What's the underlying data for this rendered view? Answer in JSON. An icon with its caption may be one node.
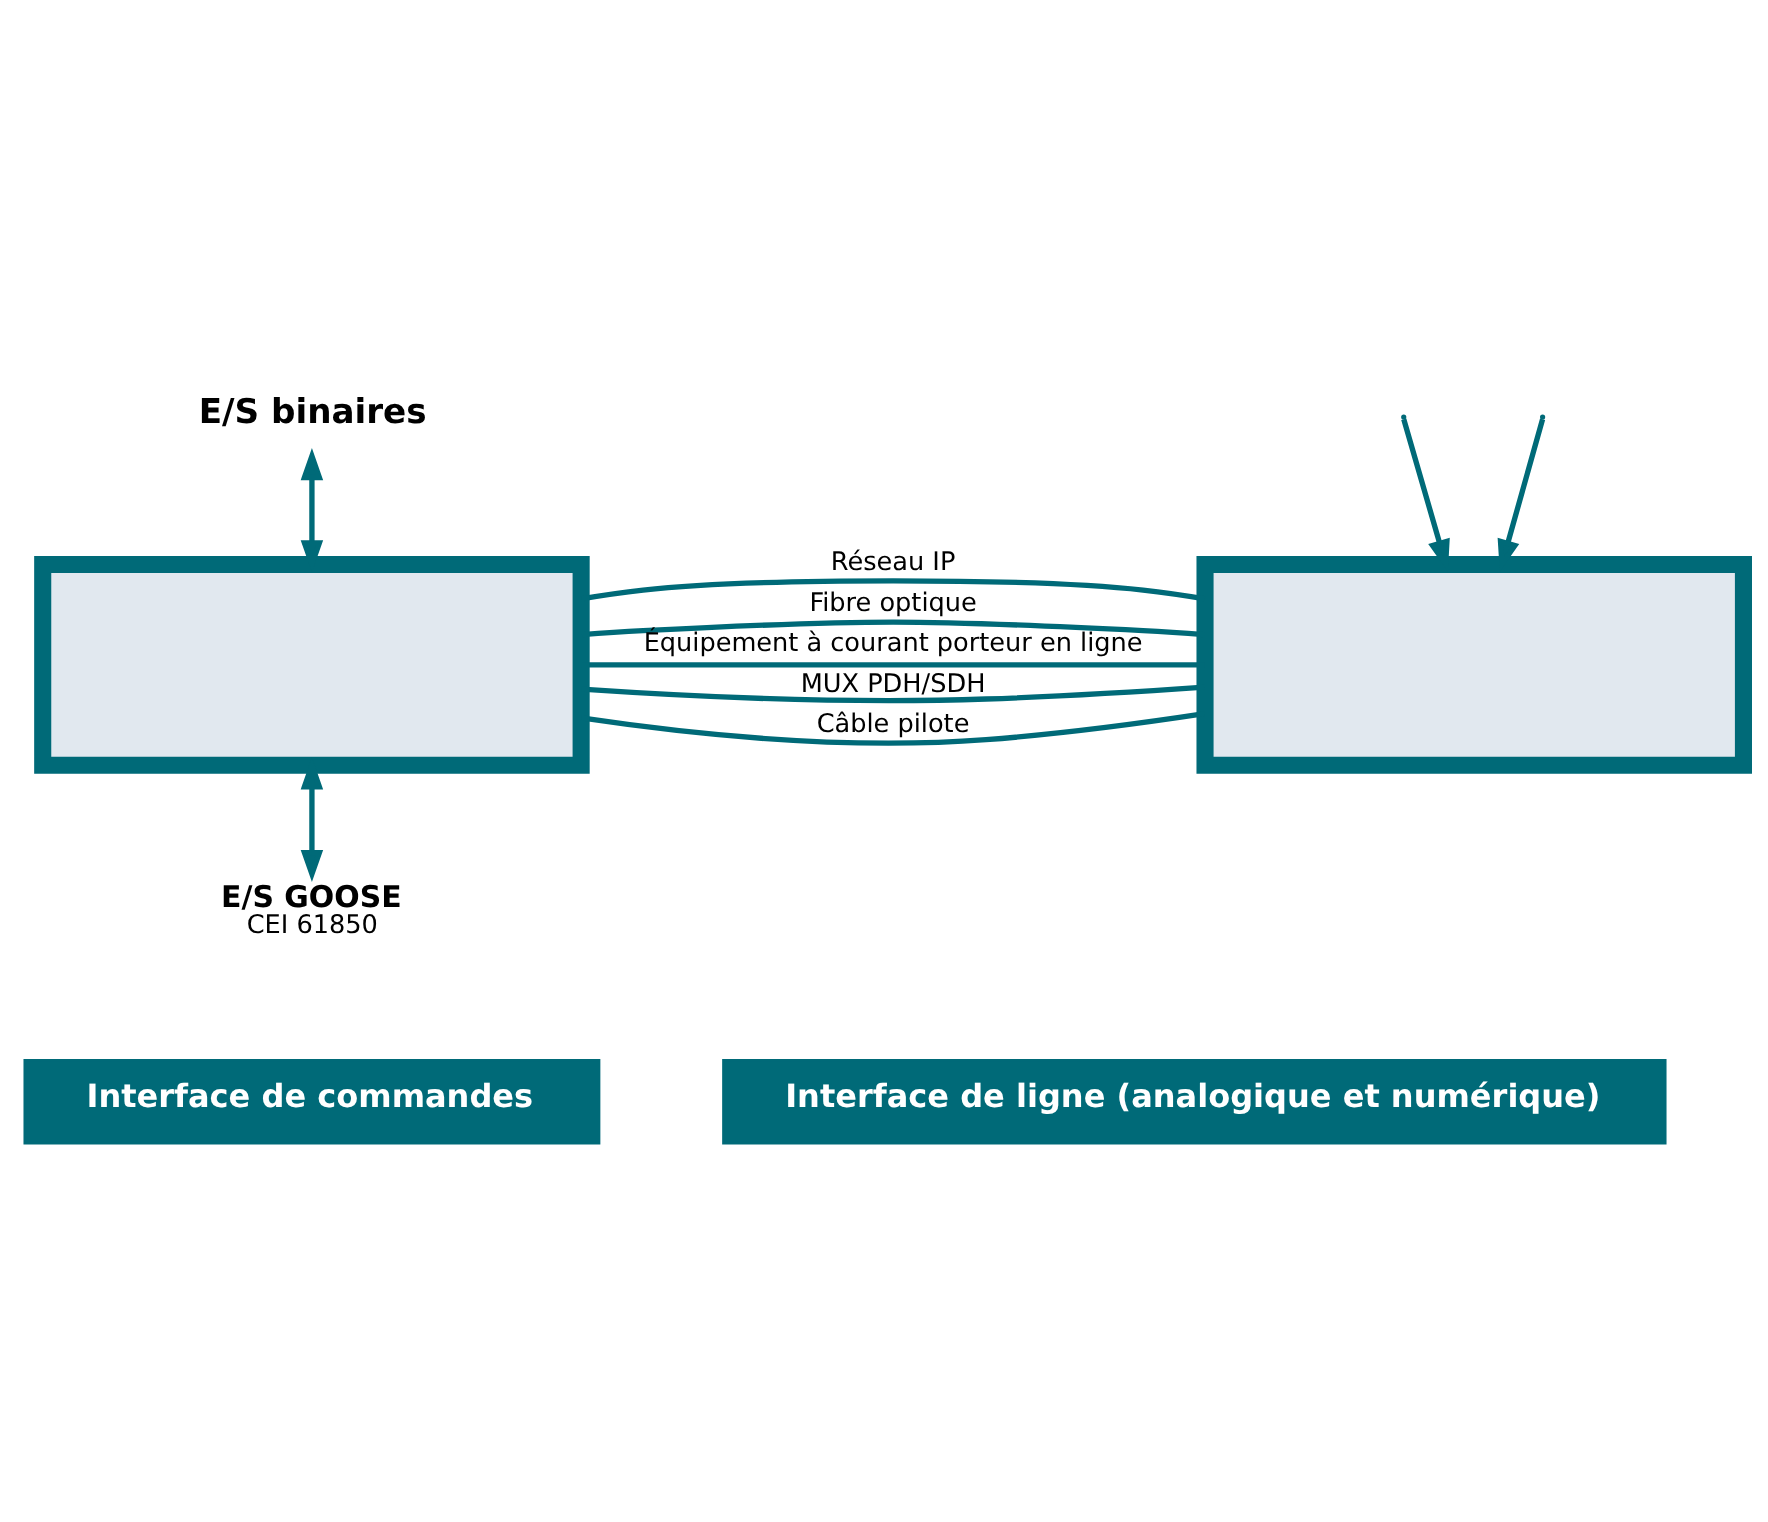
{
  "diagram": {
    "nodes": [
      {
        "text": [
          "E/S binaires"
        ]
      },
      {
        "text": [
          "E/S GOOSE",
          "CEI 61850"
        ]
      },
      {
        "text": [],
        "shape": "box"
      },
      {
        "text": [],
        "shape": "box"
      },
      {
        "text": [
          "Interface de commandes"
        ]
      },
      {
        "text": [
          "Interface de ligne (analogique et numérique)"
        ]
      }
    ],
    "edges": [
      {
        "from": 2,
        "to": 0,
        "arrow": "both"
      },
      {
        "from": 2,
        "to": 1,
        "arrow": "both"
      },
      {
        "from": 2,
        "to": 3,
        "arrow": "none",
        "label": "Réseau IP"
      },
      {
        "from": 2,
        "to": 3,
        "arrow": "none",
        "label": "MUX PDH/SDH"
      },
      {
        "from": 2,
        "to": 3,
        "arrow": "none",
        "label": "Fibre optique"
      },
      {
        "from": 2,
        "to": 3,
        "arrow": "none",
        "label": "Câble pilote"
      },
      {
        "from": 2,
        "to": 3,
        "arrow": "none",
        "label": "Équipement à courant porteur en ligne"
      },
      {
        "from": null,
        "to": 3,
        "arrow": "to"
      },
      {
        "from": null,
        "to": 3,
        "arrow": "to"
      }
    ]
  }
}
